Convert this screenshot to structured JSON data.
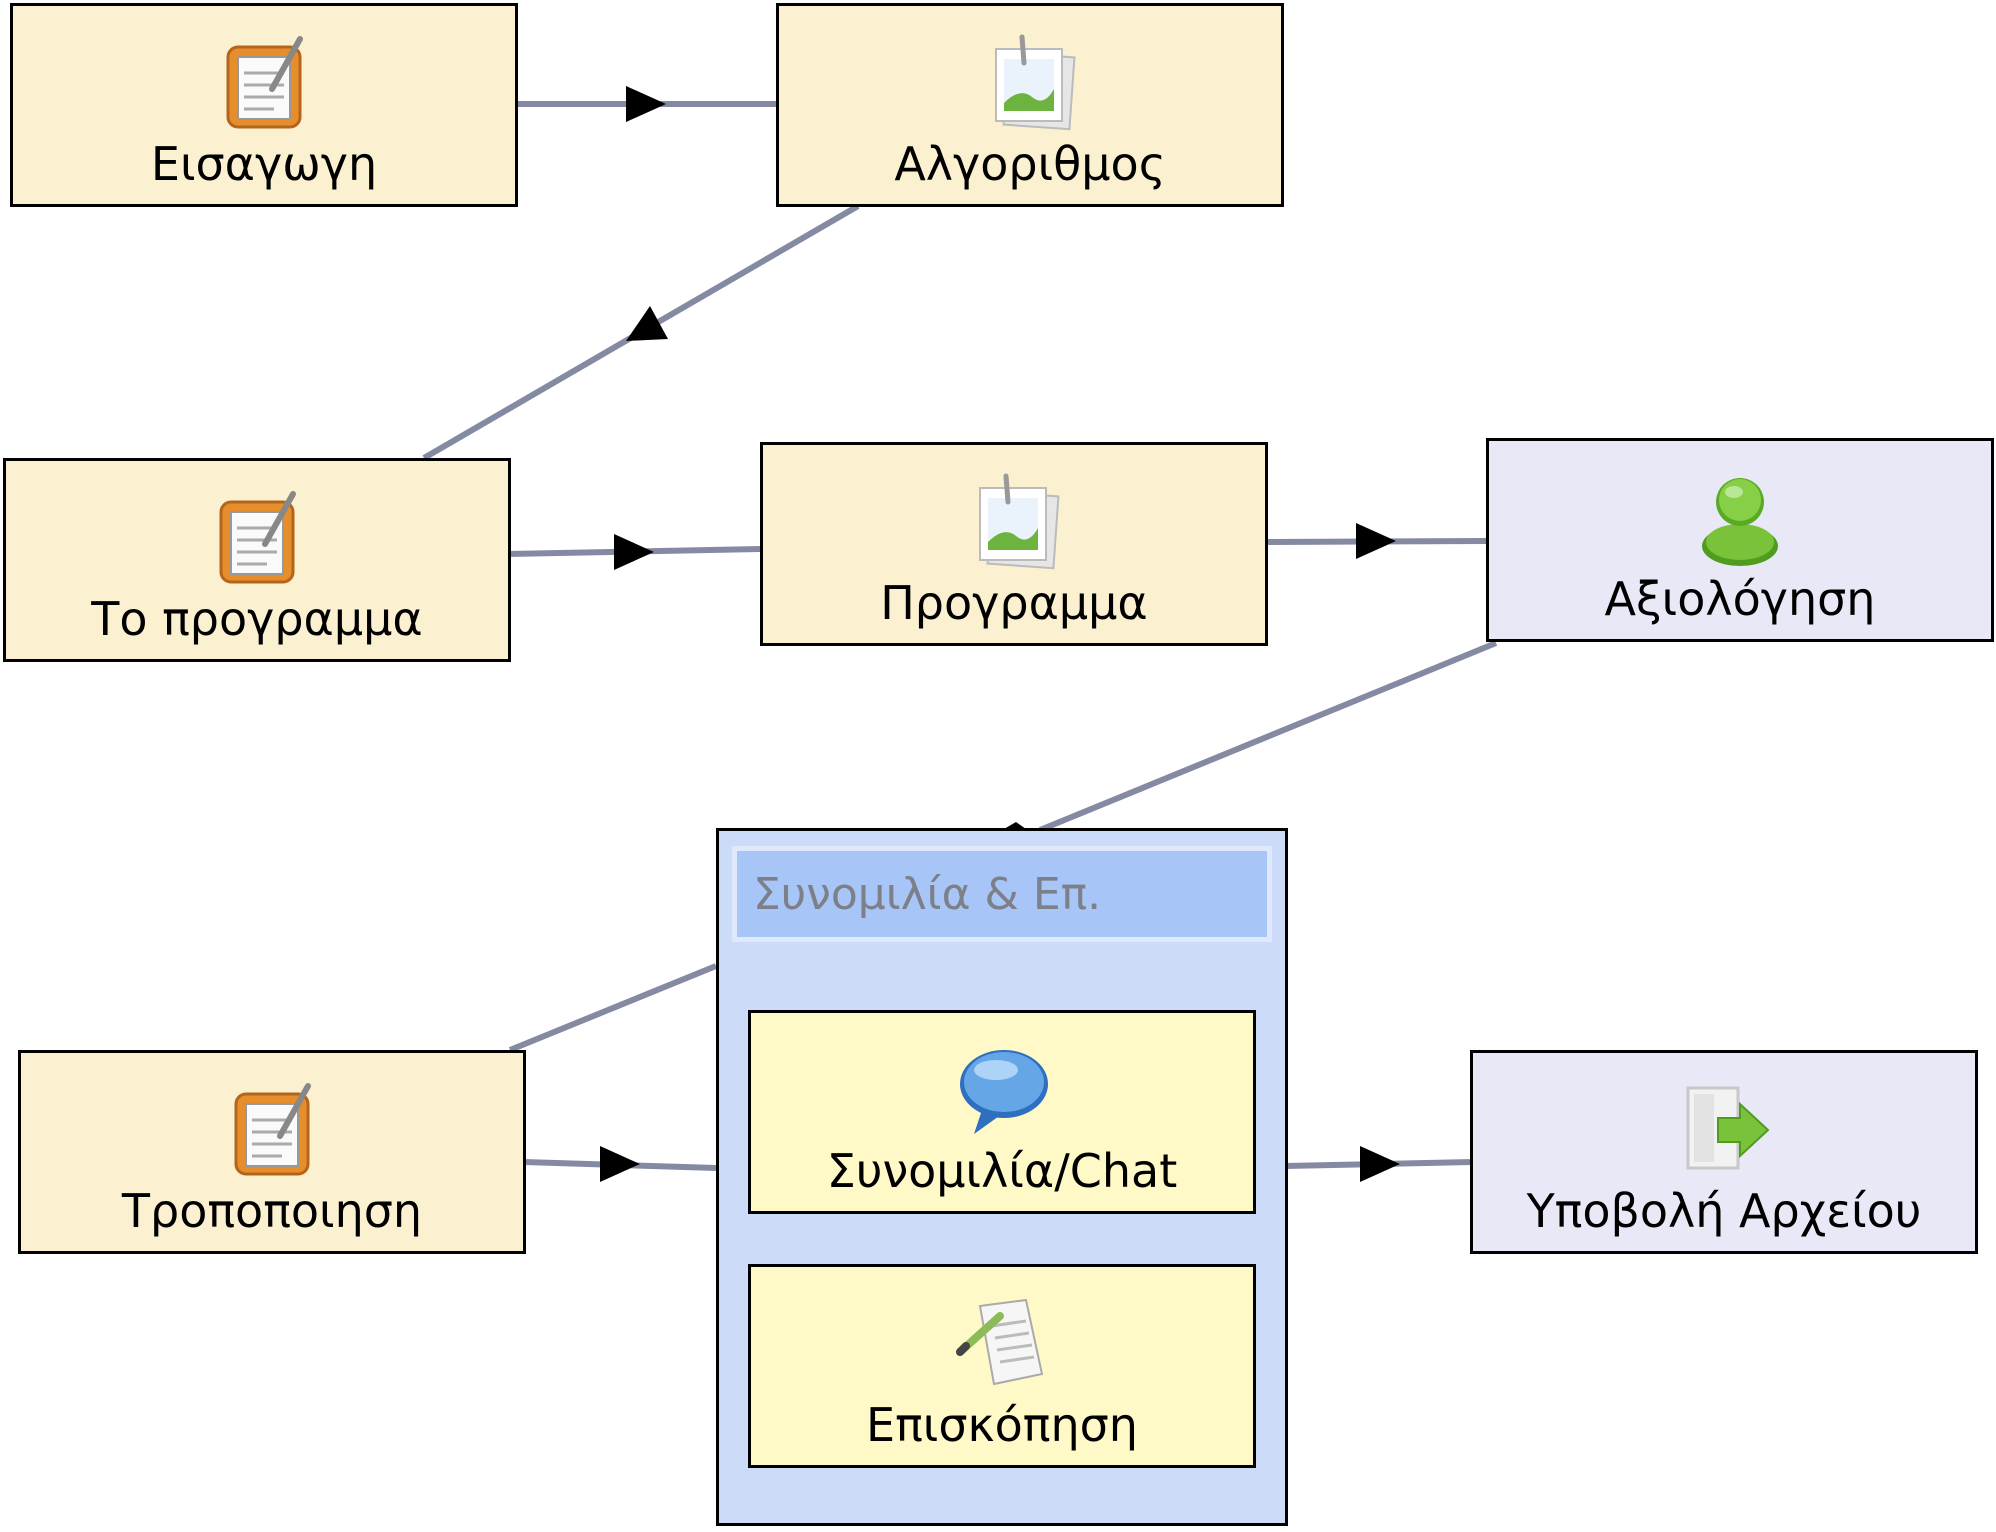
{
  "diagram": {
    "colors": {
      "edge": "#858aa3",
      "arrow": "#000000",
      "activity_fill": "#fbf0cf",
      "grey_fill": "#e9e8f6",
      "inner_fill": "#fff9c8",
      "group_fill": "#ccdcf8",
      "group_header": "#a7c5f6",
      "group_header_text": "#7d7f89"
    },
    "nodes": {
      "eisagogi": {
        "label": "Εισαγωγη",
        "icon": "notepad-icon"
      },
      "algorithmos": {
        "label": "Αλγοριθμος",
        "icon": "image-icon"
      },
      "to_programma": {
        "label": "Το προγραμμα",
        "icon": "notepad-icon"
      },
      "programma": {
        "label": "Προγραμμα",
        "icon": "image-icon"
      },
      "axiologisi": {
        "label": "Αξιολόγηση",
        "icon": "user-icon"
      },
      "tropopoiisi": {
        "label": "Τροποποιηση",
        "icon": "notepad-icon"
      },
      "ypovoli": {
        "label": "Υποβολή Αρχείου",
        "icon": "file-upload-icon"
      }
    },
    "group": {
      "title": "Συνομιλία & Επ.",
      "children": {
        "chat": {
          "label": "Συνομιλία/Chat",
          "icon": "speech-bubble-icon"
        },
        "episkopisi": {
          "label": "Επισκόπηση",
          "icon": "document-pen-icon"
        }
      }
    }
  }
}
